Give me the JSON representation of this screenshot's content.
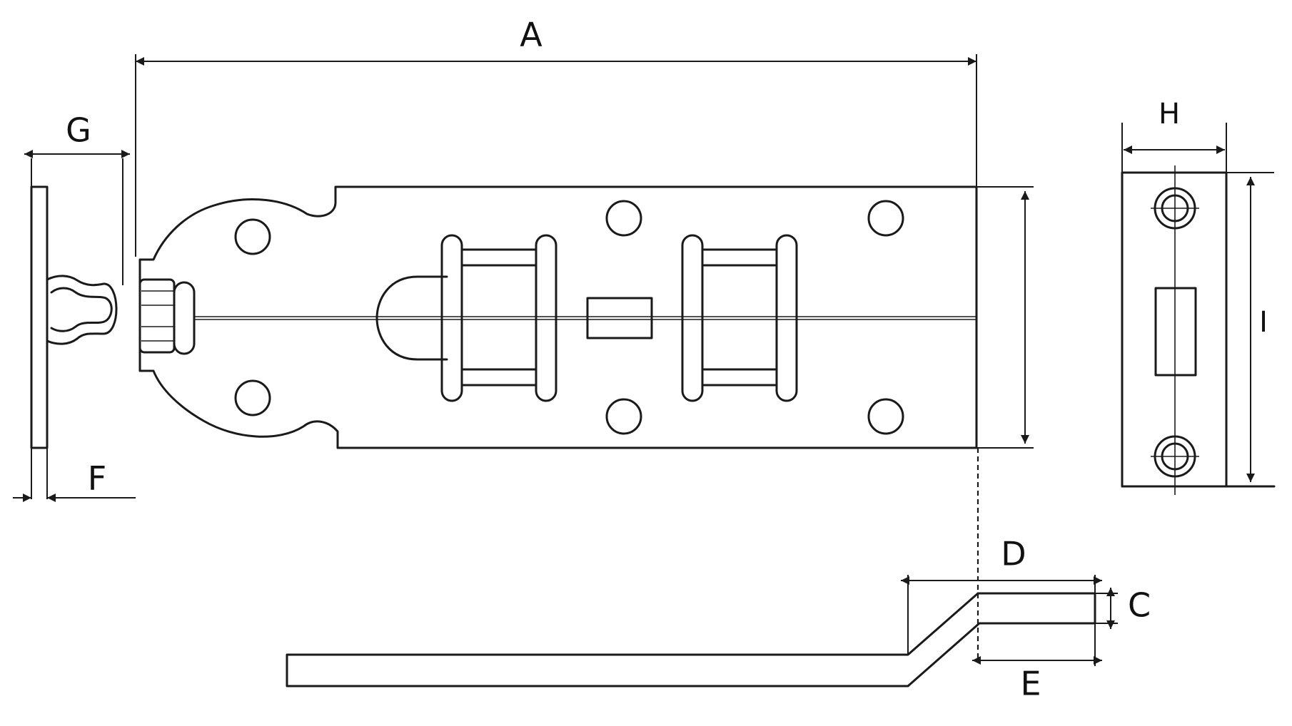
{
  "labels": {
    "A": "A",
    "G": "G",
    "F": "F",
    "H": "H",
    "I": "I",
    "D": "D",
    "C": "C",
    "E": "E"
  },
  "colors": {
    "line": "#1a1a1a",
    "background": "#ffffff"
  }
}
